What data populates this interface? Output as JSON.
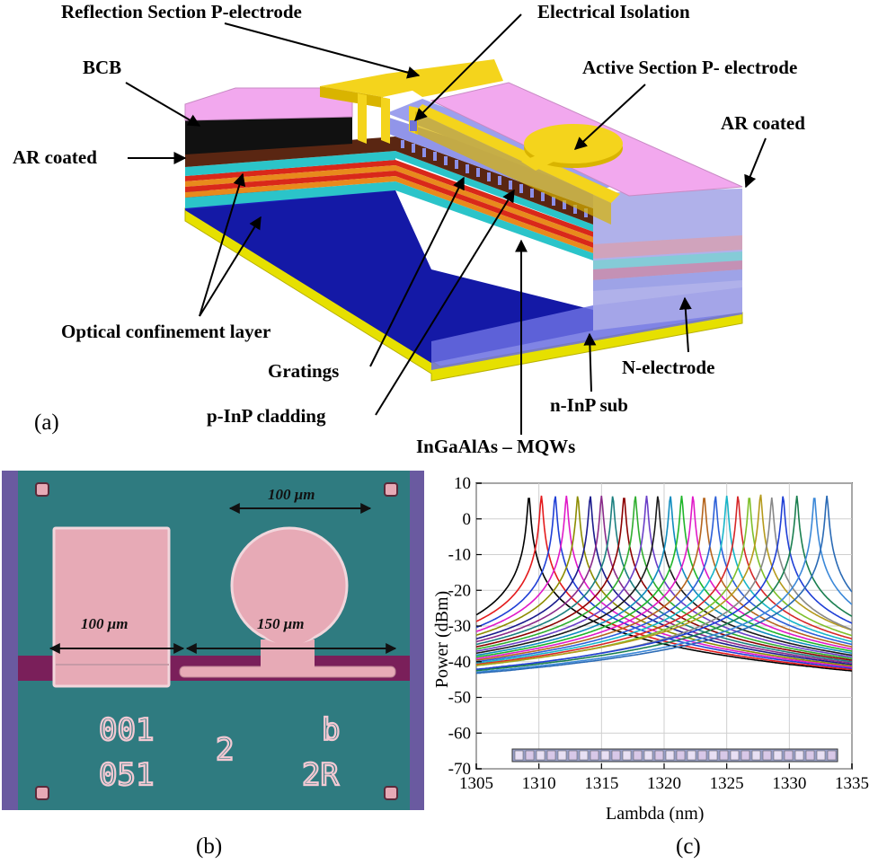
{
  "panel_a": {
    "panel_label": "(a)",
    "labels": {
      "reflection_electrode": "Reflection Section P-electrode",
      "electrical_isolation": "Electrical Isolation",
      "bcb": "BCB",
      "active_electrode": "Active Section P- electrode",
      "ar_coated_left": "AR coated",
      "ar_coated_right": "AR coated",
      "optical_confinement": "Optical confinement layer",
      "gratings": "Gratings",
      "n_electrode": "N-electrode",
      "p_inp_cladding": "p-InP cladding",
      "n_inp_sub": "n-InP sub",
      "mqws": "InGaAlAs – MQWs"
    },
    "colors": {
      "substrate": "#1a1fb8",
      "p_cladding": "#8b8fe8",
      "bcb": "#f2a8ee",
      "electrode": "#f4d41c",
      "n_electrode": "#e6e000",
      "confinement": "#2bc4c9",
      "mqw_red": "#d9281a",
      "mqw_orange": "#e88a1c",
      "black_block": "#111111",
      "brown": "#5a2612"
    }
  },
  "panel_b": {
    "panel_label": "(b)",
    "scale_top": "100 μm",
    "dim_left": "100 μm",
    "dim_right": "150 μm",
    "markings": [
      "001",
      "051",
      "2",
      "b",
      "2R"
    ],
    "colors": {
      "background": "#2f7b80",
      "pad": "#e7aab6",
      "strip": "#7a1f5a",
      "edge": "#6a5aa0"
    }
  },
  "panel_c": {
    "panel_label": "(c)"
  },
  "chart_data": {
    "type": "line",
    "title": "",
    "xlabel": "Lambda (nm)",
    "ylabel": "Power (dBm)",
    "xlim": [
      1305,
      1335
    ],
    "ylim": [
      -70,
      10
    ],
    "xticks": [
      1305,
      1310,
      1315,
      1320,
      1325,
      1330,
      1335
    ],
    "yticks": [
      10,
      0,
      -10,
      -20,
      -30,
      -40,
      -50,
      -60,
      -70
    ],
    "grid": true,
    "floor_dbm": -60,
    "series": [
      {
        "peak_nm": 1309.2,
        "peak_dbm": 6.5,
        "color": "#000000"
      },
      {
        "peak_nm": 1310.2,
        "peak_dbm": 6.5,
        "color": "#e41a1c"
      },
      {
        "peak_nm": 1311.3,
        "peak_dbm": 6.5,
        "color": "#1f3fd6"
      },
      {
        "peak_nm": 1312.2,
        "peak_dbm": 6.5,
        "color": "#e019c8"
      },
      {
        "peak_nm": 1313.1,
        "peak_dbm": 6.5,
        "color": "#8c8c00"
      },
      {
        "peak_nm": 1314.1,
        "peak_dbm": 6.5,
        "color": "#1a1a8c"
      },
      {
        "peak_nm": 1315.0,
        "peak_dbm": 6.5,
        "color": "#8a2b8a"
      },
      {
        "peak_nm": 1315.9,
        "peak_dbm": 6.5,
        "color": "#1b7f7f"
      },
      {
        "peak_nm": 1316.8,
        "peak_dbm": 6.5,
        "color": "#8c0000"
      },
      {
        "peak_nm": 1317.7,
        "peak_dbm": 6.5,
        "color": "#2fae2f"
      },
      {
        "peak_nm": 1318.6,
        "peak_dbm": 6.5,
        "color": "#6a3fc8"
      },
      {
        "peak_nm": 1319.5,
        "peak_dbm": 6.5,
        "color": "#1a1a1a"
      },
      {
        "peak_nm": 1320.5,
        "peak_dbm": 6.5,
        "color": "#0f8cbe"
      },
      {
        "peak_nm": 1321.4,
        "peak_dbm": 6.5,
        "color": "#1fb52a"
      },
      {
        "peak_nm": 1322.3,
        "peak_dbm": 6.5,
        "color": "#e019c8"
      },
      {
        "peak_nm": 1323.2,
        "peak_dbm": 6.5,
        "color": "#b5651d"
      },
      {
        "peak_nm": 1324.1,
        "peak_dbm": 6.5,
        "color": "#2c5fd8"
      },
      {
        "peak_nm": 1325.0,
        "peak_dbm": 6.5,
        "color": "#18b5c8"
      },
      {
        "peak_nm": 1325.9,
        "peak_dbm": 6.5,
        "color": "#d62728"
      },
      {
        "peak_nm": 1326.8,
        "peak_dbm": 6.5,
        "color": "#7fbf2a"
      },
      {
        "peak_nm": 1327.7,
        "peak_dbm": 7.0,
        "color": "#b59a1c"
      },
      {
        "peak_nm": 1328.6,
        "peak_dbm": 6.0,
        "color": "#888888"
      },
      {
        "peak_nm": 1329.5,
        "peak_dbm": 6.5,
        "color": "#1f3fd6"
      },
      {
        "peak_nm": 1330.6,
        "peak_dbm": 6.5,
        "color": "#1a7f50"
      },
      {
        "peak_nm": 1332.0,
        "peak_dbm": 6.5,
        "color": "#3b88d8"
      },
      {
        "peak_nm": 1333.0,
        "peak_dbm": 6.5,
        "color": "#2a6ab5"
      }
    ]
  }
}
